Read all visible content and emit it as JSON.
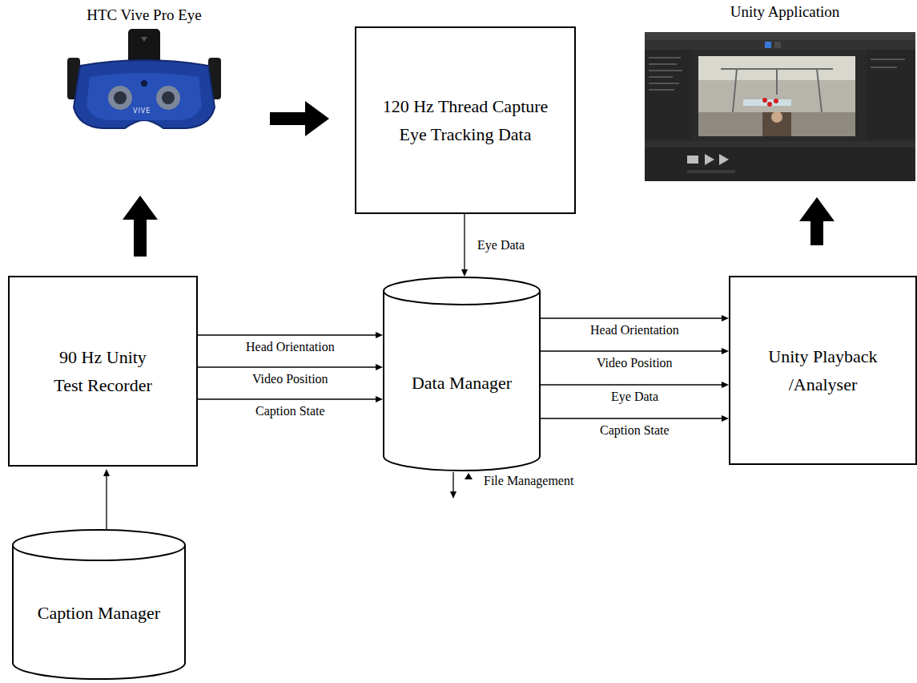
{
  "diagram": {
    "nodes": [
      {
        "text": [
          "HTC Vive Pro Eye"
        ]
      },
      {
        "text": [
          "120 Hz Thread Capture Eye Tracking Data"
        ]
      },
      {
        "text": [
          "Unity Application"
        ]
      },
      {
        "text": [
          "90 Hz Unity Test Recorder"
        ]
      },
      {
        "text": [
          "Data Manager"
        ]
      },
      {
        "text": [
          "Unity Playback /Analyser"
        ]
      },
      {
        "text": [
          "Caption Manager"
        ]
      }
    ],
    "edges": [
      {
        "from": 0,
        "to": 1,
        "arrow": "to"
      },
      {
        "from": 1,
        "to": 4,
        "label": "Eye Data",
        "arrow": "to"
      },
      {
        "from": 3,
        "to": 4,
        "label": "Head Orientation",
        "arrow": "to"
      },
      {
        "from": 3,
        "to": 4,
        "label": "Video Position",
        "arrow": "to"
      },
      {
        "from": 3,
        "to": 4,
        "label": "Caption State",
        "arrow": "to"
      },
      {
        "from": 4,
        "to": 5,
        "label": "Head Orientation",
        "arrow": "to"
      },
      {
        "from": 4,
        "to": 5,
        "label": "Video Position",
        "arrow": "to"
      },
      {
        "from": 4,
        "to": 5,
        "label": "Eye Data",
        "arrow": "to"
      },
      {
        "from": 4,
        "to": 5,
        "label": "Caption State",
        "arrow": "to"
      },
      {
        "from": 3,
        "to": 0,
        "arrow": "to"
      },
      {
        "from": 5,
        "to": 2,
        "arrow": "to"
      },
      {
        "from": 6,
        "to": 3,
        "arrow": "to"
      }
    ],
    "labels": [
      "File Management",
      "VIVE"
    ]
  }
}
